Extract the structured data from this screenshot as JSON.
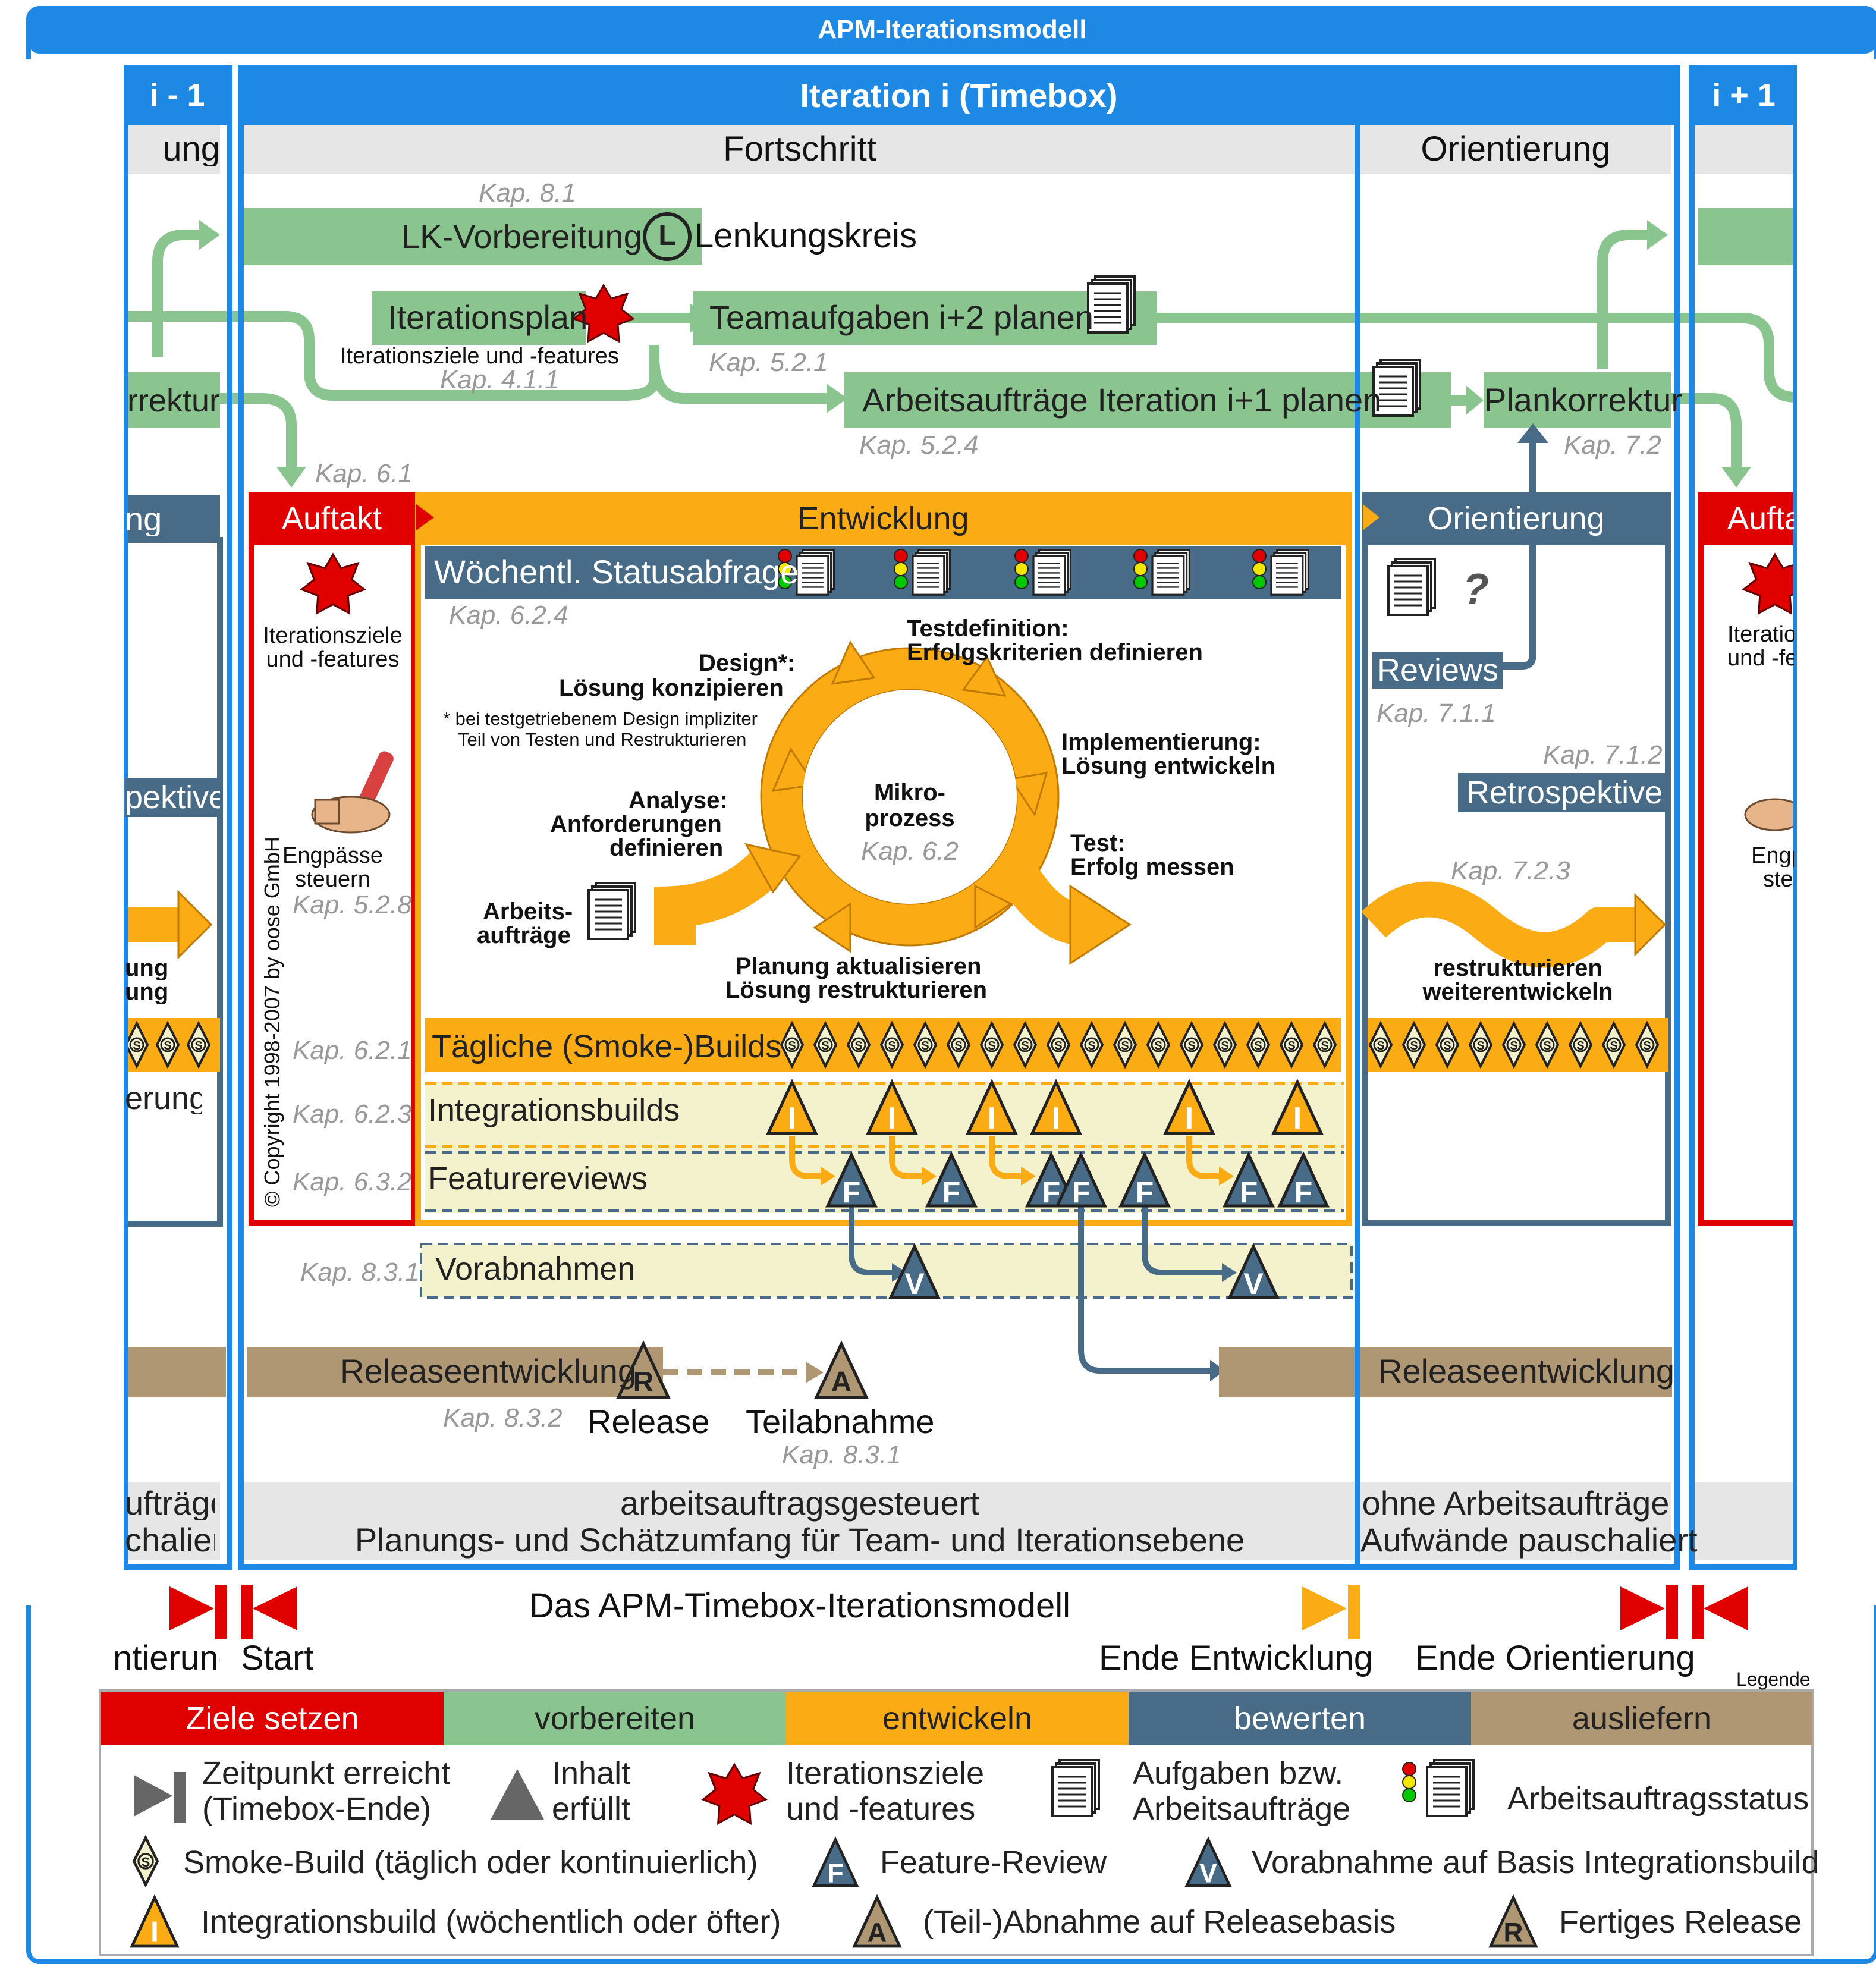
{
  "title": "APM-Iterationsmodell",
  "colors": {
    "blue": "#1e88e5",
    "green": "#8ac48f",
    "orange": "#fbab14",
    "red": "#e00000",
    "slate": "#486b87",
    "brown": "#ae9772",
    "yellow": "#f4f2cd",
    "gray": "#e6e6e6"
  },
  "prev": {
    "header": "i - 1",
    "phase": "ung",
    "korrektur": "rrektur",
    "orient": "ng",
    "retro": "pektive",
    "restr1": "ung",
    "restr2": "ung",
    "rung": "erung",
    "foot1": "ufträge",
    "foot2": "chaliert"
  },
  "next": {
    "header": "i + 1",
    "auftakt": "Auftak",
    "ziele1": "Iteration",
    "ziele2": "und -fea",
    "eng1": "Engp",
    "eng2": "ste"
  },
  "iter": {
    "header": "Iteration i (Timebox)",
    "fortschritt": "Fortschritt",
    "orientierung": "Orientierung"
  },
  "steps": {
    "lk": "LK-Vorbereitung",
    "lenkung": "Lenkungskreis",
    "lenk_letter": "L",
    "iterplan": "Iterationsplan",
    "iterplan_sub": "Iterationsziele  und -features",
    "team": "Teamaufgaben i+2 planen",
    "arbeit": "Arbeitsaufträge Iteration i+1 planen",
    "plankorr": "Plankorrektur"
  },
  "kap": {
    "k81": "Kap. 8.1",
    "k411": "Kap. 4.1.1",
    "k521": "Kap. 5.2.1",
    "k524": "Kap. 5.2.4",
    "k72": "Kap. 7.2",
    "k61": "Kap. 6.1",
    "k624": "Kap. 6.2.4",
    "k711": "Kap. 7.1.1",
    "k712": "Kap. 7.1.2",
    "k723": "Kap. 7.2.3",
    "k528": "Kap. 5.2.8",
    "k62": "Kap. 6.2",
    "k621": "Kap. 6.2.1",
    "k623": "Kap. 6.2.3",
    "k632": "Kap. 6.3.2",
    "k831": "Kap. 8.3.1",
    "k832": "Kap. 8.3.2",
    "k831b": "Kap. 8.3.1"
  },
  "dev": {
    "auftakt": "Auftakt",
    "entwicklung": "Entwicklung",
    "orientierung": "Orientierung",
    "status": "Wöchentl. Statusabfrage",
    "ziele1": "Iterationsziele",
    "ziele2": "und -features",
    "eng1": "Engpässe",
    "eng2": "steuern",
    "copyright": "© Copyright 1998-2007 by oose GmbH",
    "reviews": "Reviews",
    "question": "?",
    "retro": "Retrospektive",
    "restr1": "restrukturieren",
    "restr2": "weiterentwickeln",
    "smoke": "Tägliche (Smoke-)Builds",
    "integ": "Integrationsbuilds",
    "feat": "Featurereviews",
    "vorab": "Vorabnahmen",
    "arb1": "Arbeits-",
    "arb2": "aufträge"
  },
  "cycle": {
    "design1": "Design*:",
    "design2": "Lösung konzipieren",
    "note1": "* bei testgetriebenem Design impliziter",
    "note2": "Teil von Testen und Restrukturieren",
    "testdef1": "Testdefinition:",
    "testdef2": "Erfolgskriterien definieren",
    "impl1": "Implementierung:",
    "impl2": "Lösung entwickeln",
    "analyse1": "Analyse:",
    "analyse2": "Anforderungen",
    "analyse3": "definieren",
    "mikro1": "Mikro-",
    "mikro2": "prozess",
    "test1": "Test:",
    "test2": "Erfolg messen",
    "plan1": "Planung aktualisieren",
    "plan2": "Lösung restrukturieren"
  },
  "release": {
    "dev": "Releaseentwicklung",
    "dev2": "Releaseentwicklung",
    "release": "Release",
    "teil": "Teilabnahme"
  },
  "footer": {
    "left1": "arbeitsauftragsgesteuert",
    "left2": "Planungs- und Schätzumfang für Team- und Iterationsebene",
    "right1": "ohne Arbeitsaufträge",
    "right2": "Aufwände pauschaliert"
  },
  "timeline": {
    "title": "Das APM-Timebox-Iterationsmodell",
    "left": "ntierung",
    "start": "Start",
    "ende_entw": "Ende Entwicklung",
    "ende_orient": "Ende Orientierung"
  },
  "legend": {
    "label": "Legende",
    "bar": [
      "Ziele setzen",
      "vorbereiten",
      "entwickeln",
      "bewerten",
      "ausliefern"
    ],
    "zeit1": "Zeitpunkt erreicht",
    "zeit2": "(Timebox-Ende)",
    "inhalt1": "Inhalt",
    "inhalt2": "erfüllt",
    "ziele1": "Iterationsziele",
    "ziele2": "und -features",
    "aufg1": "Aufgaben bzw.",
    "aufg2": "Arbeitsaufträge",
    "status": "Arbeitsauftragsstatus",
    "smoke": "Smoke-Build (täglich oder kontinuierlich)",
    "feature": "Feature-Review",
    "vorab": "Vorabnahme auf Basis Integrationsbuild",
    "integ": "Integrationsbuild (wöchentlich oder öfter)",
    "teil": "(Teil-)Abnahme auf Releasebasis",
    "fertig": "Fertiges Release"
  },
  "icons": {
    "S": "S",
    "I": "I",
    "F": "F",
    "V": "V",
    "A": "A",
    "R": "R"
  }
}
